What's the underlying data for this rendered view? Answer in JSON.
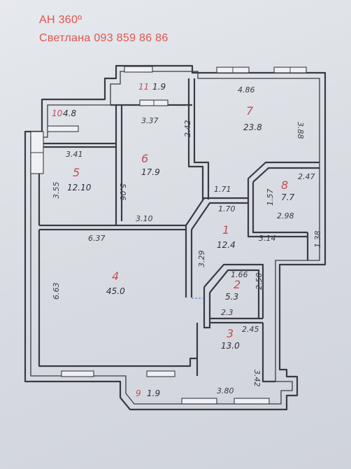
{
  "watermark": {
    "agency": "АН 360º",
    "contact": "Светлана 093 859 86 86"
  },
  "rooms": [
    {
      "number": "1",
      "area": "12.4"
    },
    {
      "number": "2",
      "area": "5.3"
    },
    {
      "number": "3",
      "area": "13.0"
    },
    {
      "number": "4",
      "area": "45.0"
    },
    {
      "number": "5",
      "area": "12.10"
    },
    {
      "number": "6",
      "area": "17.9"
    },
    {
      "number": "7",
      "area": "23.8"
    },
    {
      "number": "8",
      "area": "7.7"
    },
    {
      "number": "9",
      "area": "1.9"
    },
    {
      "number": "10",
      "area": "4.8"
    },
    {
      "number": "11",
      "area": "1.9"
    }
  ],
  "dimensions": {
    "r7_top": "4.86",
    "r7_right": "3.88",
    "r6_top": "3.37",
    "r6_wall": "2.42",
    "r5_top": "3.41",
    "r5_left": "3.55",
    "r6_left": "5.06",
    "r8_top": "2.47",
    "r8_left": "1.57",
    "r8_bottom": "2.98",
    "corr_a": "1.71",
    "corr_b": "1.70",
    "r6_bottom": "3.10",
    "r4_top": "6.37",
    "r1_right": "3.14",
    "r1_small": "1.38",
    "r1_left": "3.29",
    "r2_top": "1.66",
    "r2_right": "2.50",
    "r2_bottom": "2.3",
    "r3_top": "2.45",
    "r3_right": "3.42",
    "r4_left": "6.63",
    "r3_bottom": "3.80"
  }
}
